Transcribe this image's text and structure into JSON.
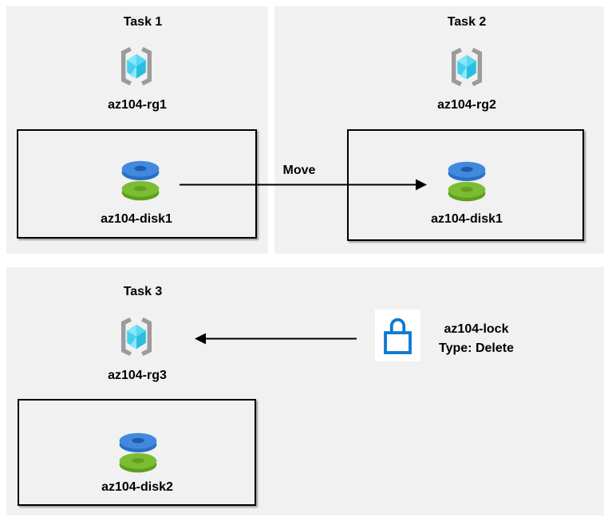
{
  "tasks": [
    {
      "title": "Task 1",
      "resource_group": "az104-rg1",
      "disk": "az104-disk1"
    },
    {
      "title": "Task 2",
      "resource_group": "az104-rg2",
      "disk": "az104-disk1"
    },
    {
      "title": "Task 3",
      "resource_group": "az104-rg3",
      "disk": "az104-disk2"
    }
  ],
  "move_arrow": {
    "label": "Move"
  },
  "lock": {
    "name": "az104-lock",
    "type_label": "Type: Delete"
  },
  "icons": {
    "resource_group": "resource-group-icon",
    "disk": "disk-icon",
    "lock": "lock-icon"
  },
  "colors": {
    "panel_bg": "#f1f1f1",
    "box_border": "#000000",
    "arrow": "#000000",
    "bracket_gray": "#9b9b9b",
    "cube_light": "#84e6f6",
    "cube_mid": "#43d0ee",
    "cube_dark": "#29bede",
    "disk_blue_top": "#4289dd",
    "disk_blue_side": "#2a6fc6",
    "disk_green_top": "#7abd33",
    "disk_green_side": "#5da01d",
    "lock_blue": "#0e7bd2"
  }
}
